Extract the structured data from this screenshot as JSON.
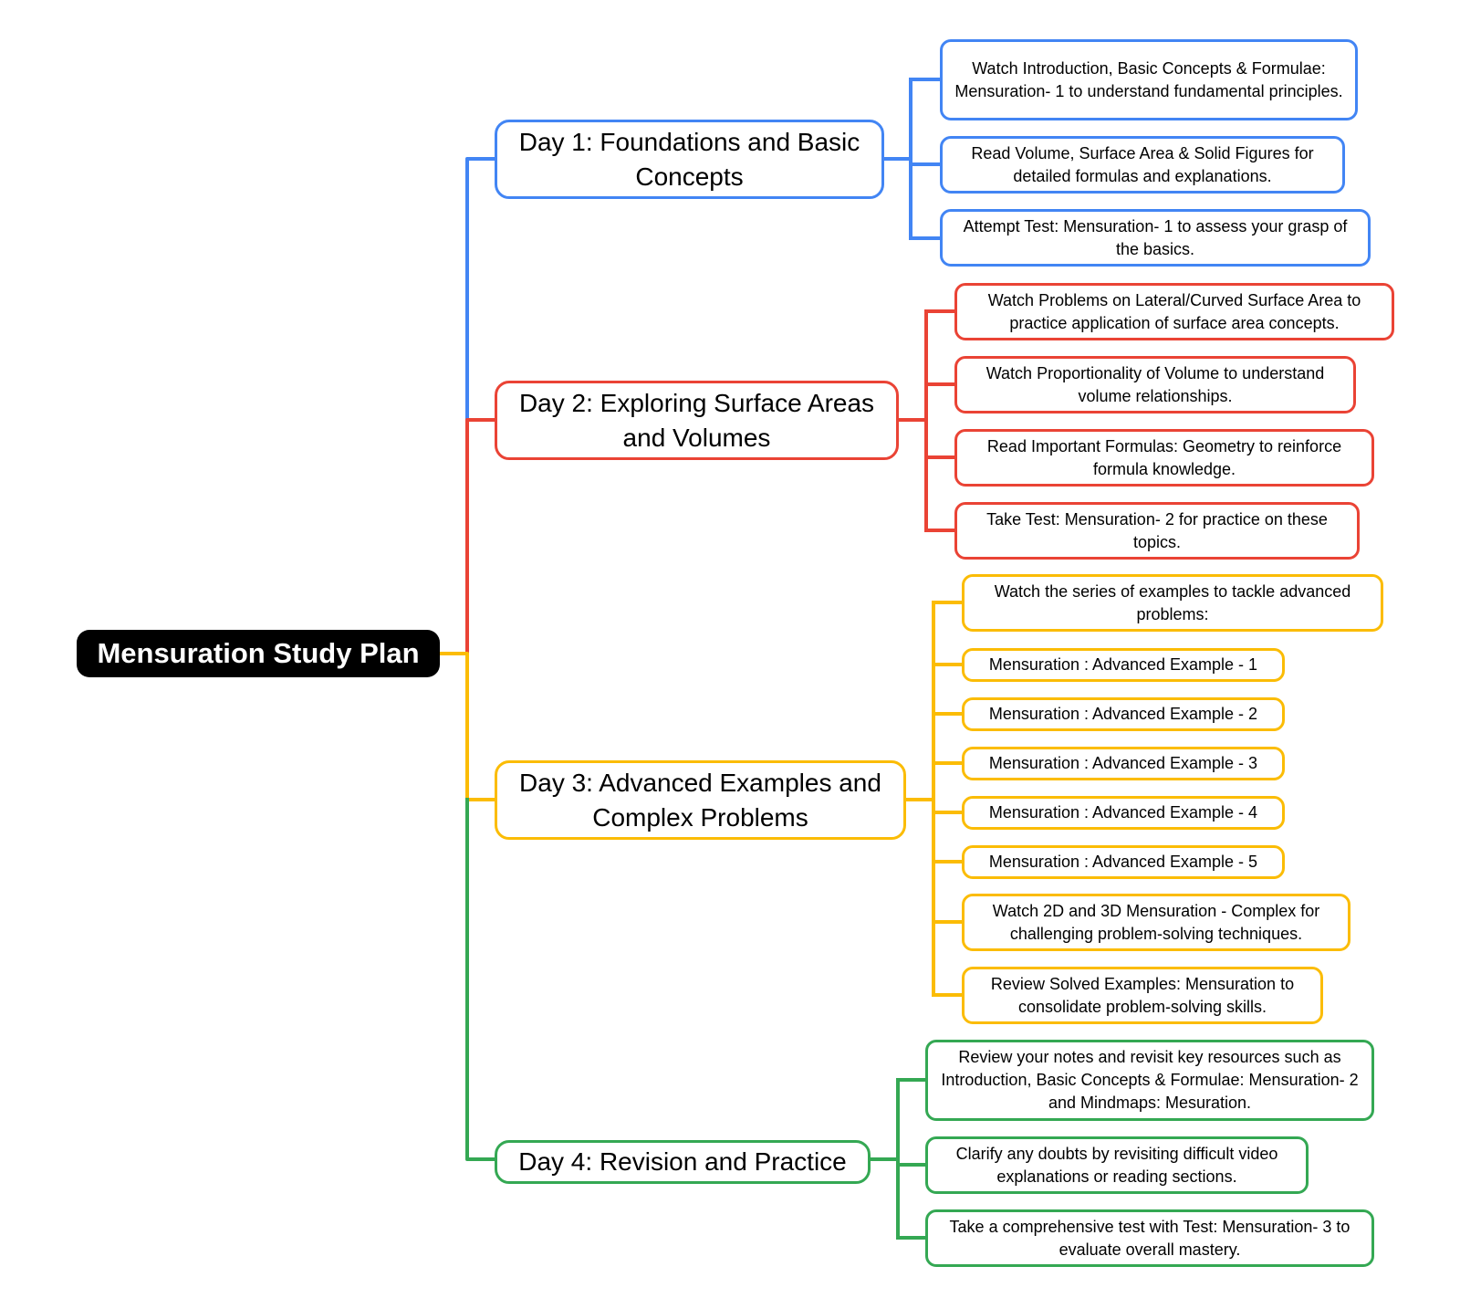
{
  "colors": {
    "day1": "#4285f4",
    "day2": "#ea4335",
    "day3": "#fbbc05",
    "day4": "#34a853",
    "root_bg": "#000000",
    "root_text": "#ffffff"
  },
  "root": {
    "label": "Mensuration Study Plan"
  },
  "days": [
    {
      "label": "Day 1: Foundations and Basic Concepts",
      "items": [
        "Watch Introduction, Basic Concepts & Formulae: Mensuration- 1 to understand fundamental principles.",
        "Read Volume, Surface Area & Solid Figures for detailed formulas and explanations.",
        "Attempt Test: Mensuration- 1 to assess your grasp of the basics."
      ]
    },
    {
      "label": "Day 2: Exploring Surface Areas and Volumes",
      "items": [
        "Watch Problems on Lateral/Curved Surface Area to practice application of surface area concepts.",
        "Watch Proportionality of Volume to understand volume relationships.",
        "Read Important Formulas: Geometry to reinforce formula knowledge.",
        "Take Test: Mensuration- 2 for practice on these topics."
      ]
    },
    {
      "label": "Day 3: Advanced Examples and Complex Problems",
      "items": [
        "Watch the series of examples to tackle advanced problems:",
        "Mensuration : Advanced Example - 1",
        "Mensuration : Advanced Example - 2",
        "Mensuration : Advanced Example - 3",
        "Mensuration : Advanced Example - 4",
        "Mensuration : Advanced Example - 5",
        "Watch 2D and 3D Mensuration - Complex for challenging problem-solving techniques.",
        "Review Solved Examples: Mensuration to consolidate problem-solving skills."
      ]
    },
    {
      "label": "Day 4: Revision and Practice",
      "items": [
        "Review your notes and revisit key resources such as Introduction, Basic Concepts & Formulae: Mensuration- 2 and Mindmaps: Mesuration.",
        "Clarify any doubts by revisiting difficult video explanations or reading sections.",
        "Take a comprehensive test with Test: Mensuration- 3 to evaluate overall mastery."
      ]
    }
  ]
}
